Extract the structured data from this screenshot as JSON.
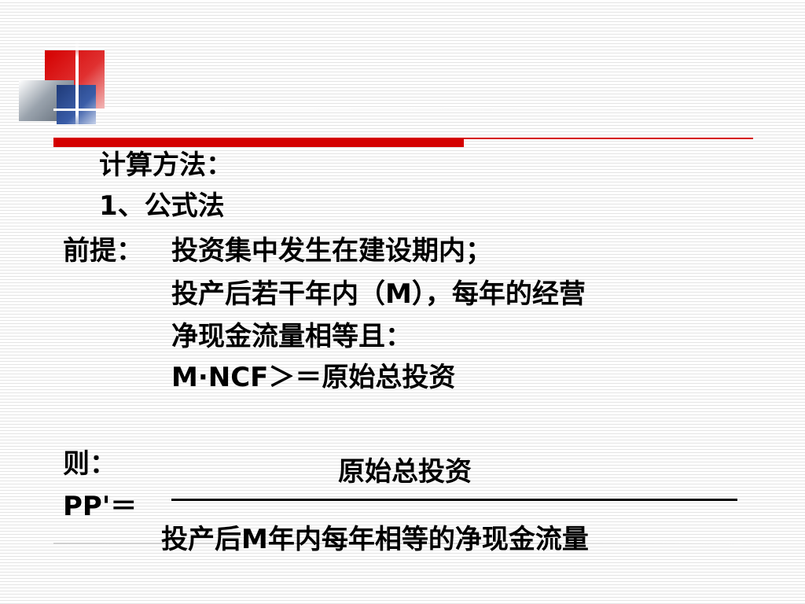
{
  "slide": {
    "heading": "计算方法：",
    "method": "1、公式法",
    "premise": {
      "label": "前提：",
      "line1": "投资集中发生在建设期内；",
      "line2": "投产后若干年内（M），每年的经营",
      "line3": "净现金流量相等且：",
      "line4": "M·NCF＞＝原始总投资"
    },
    "formula": {
      "then_label": "则：",
      "lhs": "PP'＝",
      "numerator": "原始总投资",
      "denominator": "投产后M年内每年相等的净现金流量"
    }
  },
  "colors": {
    "accent_red": "#d40000",
    "accent_blue": "#1f3a78",
    "accent_gray": "#5b6673"
  }
}
